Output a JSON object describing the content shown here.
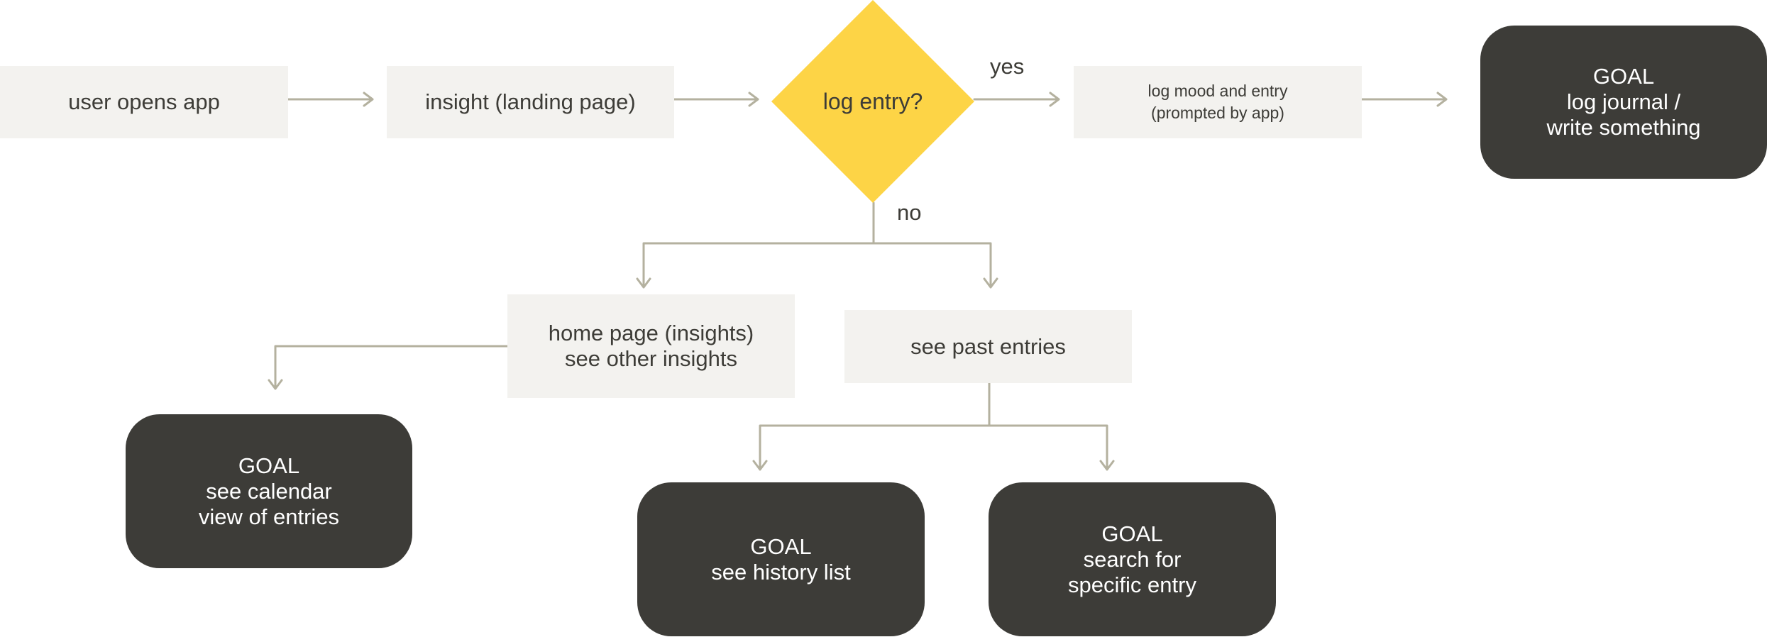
{
  "steps": {
    "user_opens_app": {
      "lines": [
        "user opens app"
      ]
    },
    "insight_landing": {
      "lines": [
        "insight (landing page)"
      ]
    },
    "log_mood_entry": {
      "lines": [
        "log mood and entry",
        "(prompted by app)"
      ]
    },
    "home_page": {
      "lines": [
        "home page (insights)",
        "see other insights"
      ]
    },
    "see_past_entries": {
      "lines": [
        "see past entries"
      ]
    }
  },
  "decision": {
    "label": "log entry?",
    "yes_label": "yes",
    "no_label": "no"
  },
  "goals": {
    "log_journal": {
      "lines": [
        "GOAL",
        "log journal /",
        "write something"
      ]
    },
    "calendar_view": {
      "lines": [
        "GOAL",
        "see calendar",
        "view of entries"
      ]
    },
    "history_list": {
      "lines": [
        "GOAL",
        "see history list"
      ]
    },
    "search_entry": {
      "lines": [
        "GOAL",
        "search for",
        "specific entry"
      ]
    }
  },
  "colors": {
    "step_fill": "#f3f2ef",
    "goal_fill": "#3d3c38",
    "decision_fill": "#fdd446",
    "connector": "#b4b19f",
    "text_dark": "#3d3c37"
  }
}
